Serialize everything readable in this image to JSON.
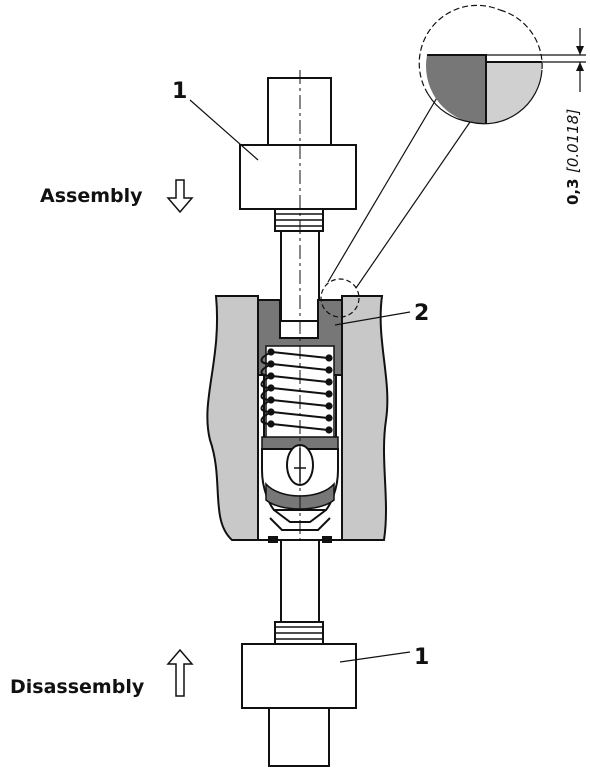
{
  "labels": {
    "callout_top": "1",
    "callout_mid": "2",
    "callout_bottom": "1",
    "assembly": "Assembly",
    "disassembly": "Disassembly"
  },
  "dimension": {
    "value": "0,3",
    "imperial": "[0.0118]"
  },
  "colors": {
    "housing": "#c8c8c8",
    "insert": "#777777",
    "line": "#111111"
  },
  "icons": {
    "assembly_arrow": "arrow-down-outline",
    "disassembly_arrow": "arrow-up-outline"
  }
}
